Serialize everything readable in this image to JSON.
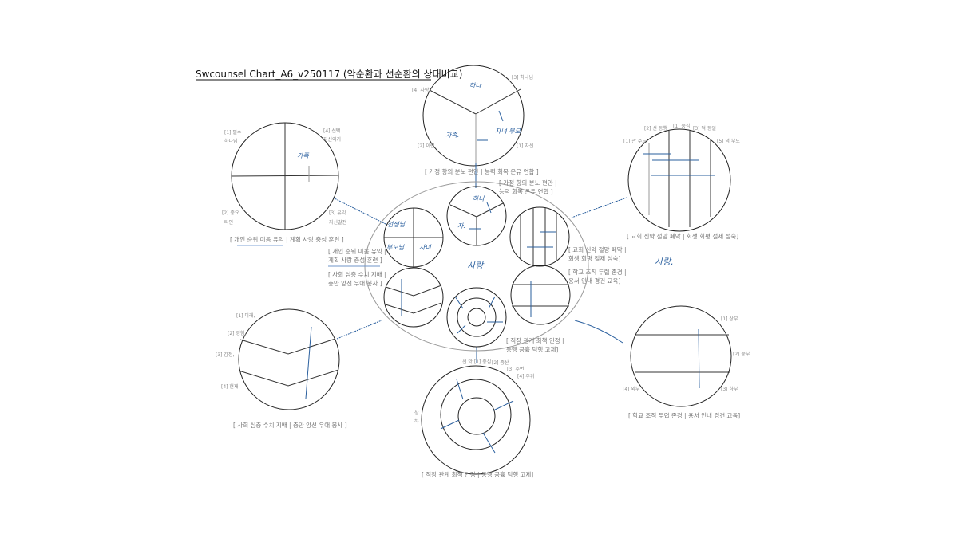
{
  "title": "Swcounsel Chart_A6_v250117 (악순환과 선순환의 상태비교)",
  "center_label": "사랑",
  "side_note": "사랑.",
  "top": {
    "caption": "[ 가정 항의 분노 편안 | 능력 회복 온유 연합 ]",
    "labels": [
      "[4] 사랑",
      "[3] 하나님",
      "[2] 이런",
      "[1] 자신"
    ],
    "notes": [
      "하나",
      "가족.",
      "자녀 부모"
    ]
  },
  "left_top": {
    "caption": "[ 개인 순위 미음 유익 | 계획 사랑 충성 훈련 ]",
    "labels": [
      "[1] 필수",
      "하나님",
      "[4] 선택",
      "자신이기",
      "[2] 중요",
      "타인",
      "[3] 유익",
      "자신발전"
    ],
    "notes": [
      "가족"
    ]
  },
  "right_top": {
    "caption": "[ 교회 신약 절망 폐막 | 회생 회평 절제 성숙]",
    "labels": [
      "[2] 선 동행",
      "[1] 중심",
      "[3] 덕 동일",
      "[1] 관 주도",
      "[5] 덕 부도"
    ]
  },
  "left_bottom": {
    "caption": "[ 사회 심층 수치 지배 | 충만 양선 우애 봉사 ]",
    "labels": [
      "[1] 미래,",
      "[2] 경험,",
      "[3] 감정,",
      "[4] 현재,"
    ]
  },
  "right_bottom": {
    "caption": "[ 학교 조직 두렵 존경 | 용서 인내 경건 교육]",
    "labels": [
      "[1] 상부",
      "[2] 중부",
      "[3] 하부",
      "[4] 외부"
    ]
  },
  "bottom": {
    "caption": "[ 직장 관계 최책 인정 | 동행 긍휼 덕행 고제]",
    "labels": [
      "선 악 [1] 중심",
      "[2] 중산",
      "[3] 주변",
      "[4] 주위",
      "상",
      "하"
    ]
  },
  "inner": {
    "captions": [
      "[ 가정 항의 분노 편안 |",
      "능력 회복 온유 연합 ]",
      "[ 개인 순위 미음 유익 |",
      "계획 사랑 충성 훈련 ]",
      "[ 사회 심층 수치 지배 |",
      "충만 양선 우애 봉사 ]",
      "[ 교회 신약 절망 폐막 |",
      "회생 회평 절제 성숙]",
      "[ 학교 조직 두렵 존경 |",
      "용서 인내 경건 교육]",
      "[ 직장 관계 최책 인정 |",
      "동행 긍휼 덕행 고제]"
    ],
    "notes": [
      "하나",
      "자.",
      "선생님",
      "부모님",
      "자녀"
    ]
  }
}
